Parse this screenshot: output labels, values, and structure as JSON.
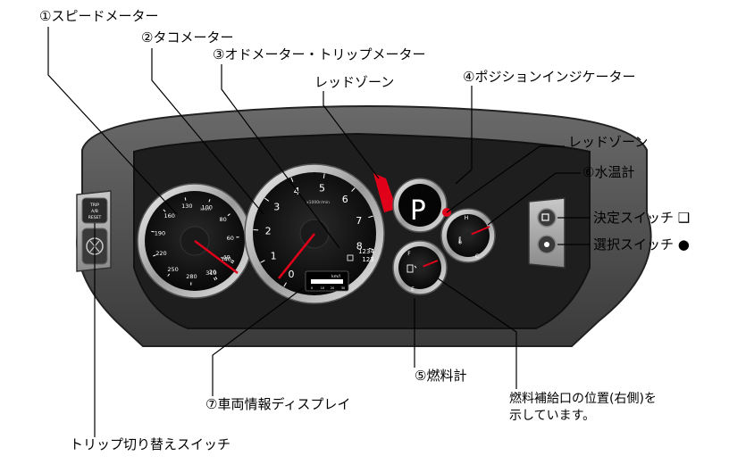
{
  "labels": {
    "speedometer": "①スピードメーター",
    "tachometer": "②タコメーター",
    "odo_trip": "③オドメーター・トリップメーター",
    "red_zone_top": "レッドゾーン",
    "position_indicator": "④ポジションインジケーター",
    "red_zone_right": "レッドゾーン",
    "water_temp": "⑥水温計",
    "enter_switch": "決定スイッチ",
    "select_switch": "選択スイッチ",
    "fuel_gauge": "⑤燃料計",
    "display": "⑦車両情報ディスプレイ",
    "fuel_note_line1": "燃料補給口の位置(右側)を",
    "fuel_note_line2": "示しています。",
    "trip_switch": "トリップ切り替えスイッチ"
  },
  "switch_symbols": {
    "enter": "❑",
    "select": "●"
  },
  "speedometer": {
    "ticks": [
      "20",
      "40",
      "60",
      "80",
      "100",
      "130",
      "160",
      "190",
      "220",
      "250",
      "280",
      "310",
      "340"
    ],
    "unit": "km/h"
  },
  "tachometer": {
    "ticks": [
      "0",
      "1",
      "2",
      "3",
      "4",
      "5",
      "6",
      "7",
      "8"
    ],
    "unit": "x1000r/min"
  },
  "odometer": {
    "odo": "1234",
    "trip": "123"
  },
  "position": {
    "gear": "P"
  },
  "water_temp_gauge": {
    "high": "H",
    "low": "C"
  },
  "fuel": {
    "full": "F",
    "empty": "E"
  },
  "info_display": {
    "unit": "km/l",
    "scale": [
      "0",
      "10",
      "20",
      "30"
    ]
  },
  "trip_button": {
    "line1": "TRIP",
    "line2": "A/B",
    "line3": "RESET"
  },
  "colors": {
    "needle": "#e0001a",
    "red_zone": "#e0001a",
    "face": "#0c0c0c",
    "panel": "#1e1e1e"
  }
}
